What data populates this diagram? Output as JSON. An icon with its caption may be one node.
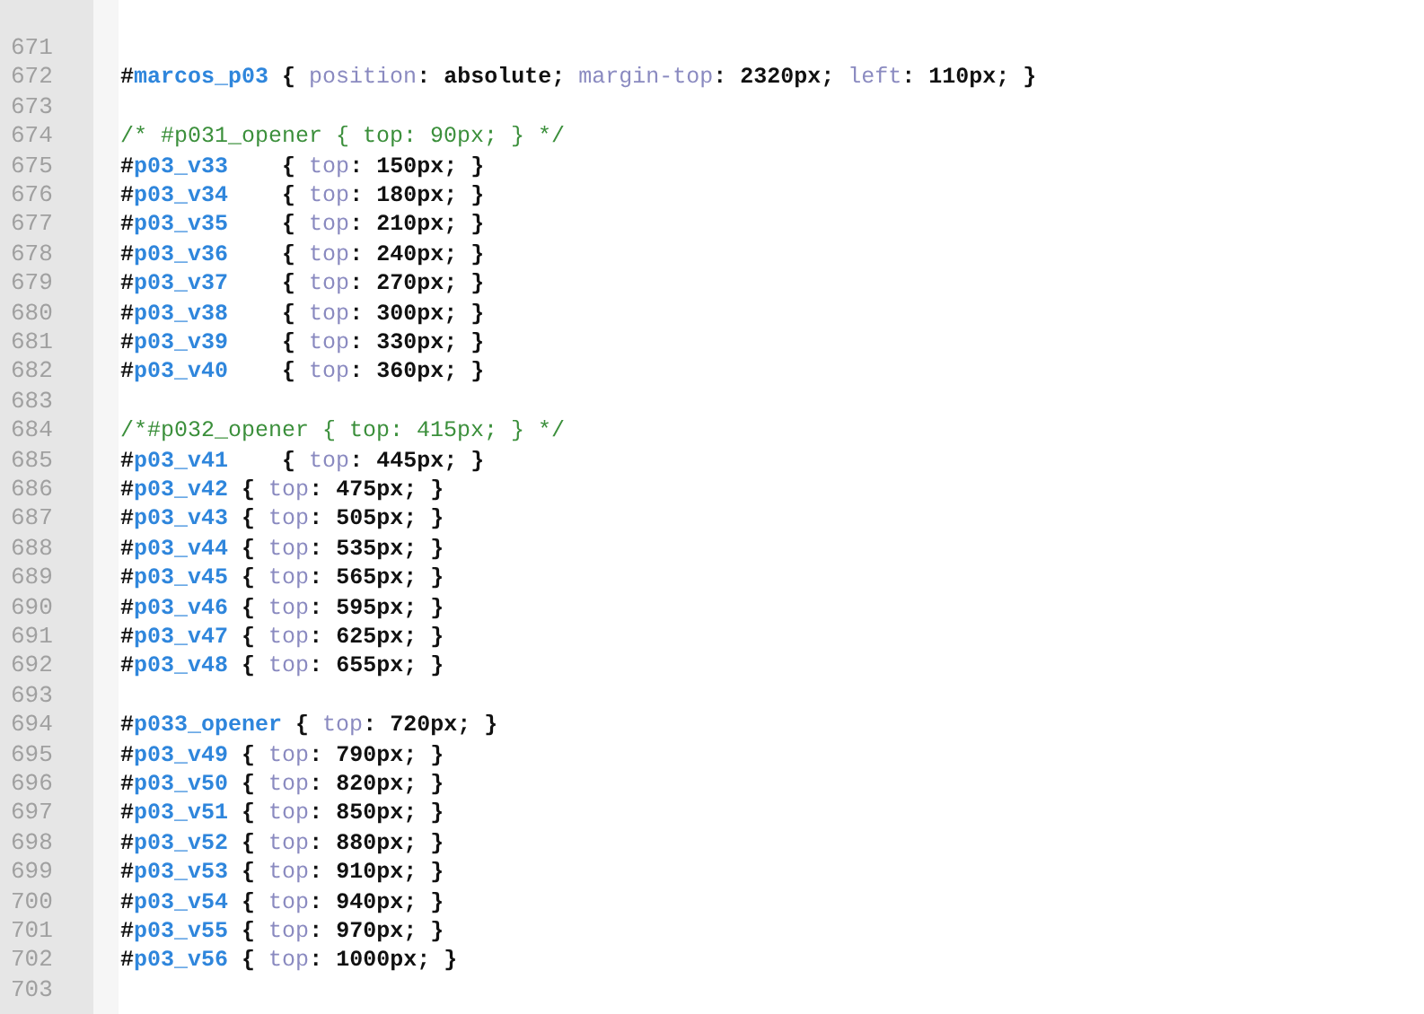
{
  "diagram": {
    "labels": [
      "671",
      "672",
      "#marcos_p03 { position: absolute; margin-top: 2320px; left: 110px; }",
      "673",
      "674",
      "/* #p031_opener { top: 90px; } */",
      "675",
      "#p03_v33    { top: 150px; }",
      "676",
      "#p03_v34    { top: 180px; }",
      "677",
      "#p03_v35    { top: 210px; }",
      "678",
      "#p03_v36    { top: 240px; }",
      "679",
      "#p03_v37    { top: 270px; }",
      "680",
      "#p03_v38    { top: 300px; }",
      "681",
      "#p03_v39    { top: 330px; }",
      "682",
      "#p03_v40    { top: 360px; }",
      "683",
      "684",
      "/*#p032_opener { top: 415px; } */",
      "685",
      "#p03_v41    { top: 445px; }",
      "686",
      "#p03_v42 { top: 475px; }",
      "687",
      "#p03_v43 { top: 505px; }",
      "688",
      "#p03_v44 { top: 535px; }",
      "689",
      "#p03_v45 { top: 565px; }",
      "690",
      "#p03_v46 { top: 595px; }",
      "691",
      "#p03_v47 { top: 625px; }",
      "692",
      "#p03_v48 { top: 655px; }",
      "693",
      "694",
      "#p033_opener { top: 720px; }",
      "695",
      "#p03_v49 { top: 790px; }",
      "696",
      "#p03_v50 { top: 820px; }",
      "697",
      "#p03_v51 { top: 850px; }",
      "698",
      "#p03_v52 { top: 880px; }",
      "699",
      "#p03_v53 { top: 910px; }",
      "700",
      "#p03_v54 { top: 940px; }",
      "701",
      "#p03_v55 { top: 970px; }",
      "702",
      "#p03_v56 { top: 1000px; }",
      "703"
    ]
  }
}
